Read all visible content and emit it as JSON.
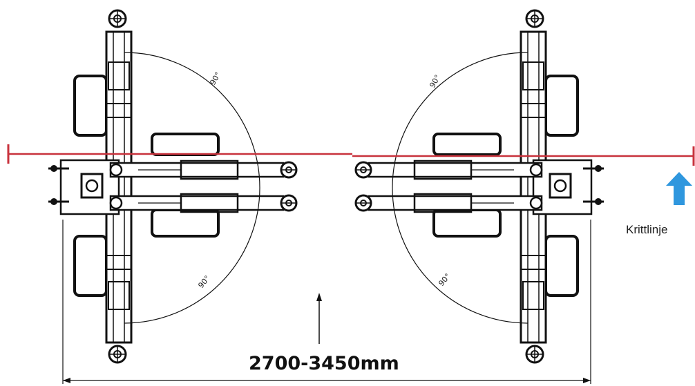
{
  "diagram": {
    "angle_labels": [
      "90°",
      "90°",
      "90°",
      "90°"
    ],
    "dimension_label": "2700-3450mm",
    "chalk_line_label": "Krittlinje",
    "colors": {
      "chalk_line": "#c8323c",
      "arrow": "#2f97de",
      "drawing": "#111111"
    }
  }
}
